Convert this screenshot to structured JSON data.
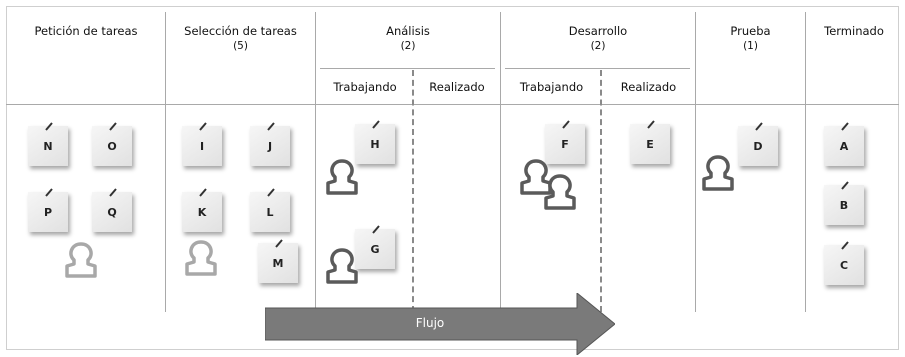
{
  "columns": [
    {
      "title": "Petición de tareas",
      "count": ""
    },
    {
      "title": "Selección de tareas",
      "count": "(5)"
    },
    {
      "title": "Análisis",
      "count": "(2)"
    },
    {
      "title": "Desarrollo",
      "count": "(2)"
    },
    {
      "title": "Prueba",
      "count": "(1)"
    },
    {
      "title": "Terminado",
      "count": ""
    }
  ],
  "subcolumns": {
    "analisis_trabajando": "Trabajando",
    "analisis_realizado": "Realizado",
    "desarrollo_trabajando": "Trabajando",
    "desarrollo_realizado": "Realizado"
  },
  "notes": {
    "N": "N",
    "O": "O",
    "P": "P",
    "Q": "Q",
    "I": "I",
    "J": "J",
    "K": "K",
    "L": "L",
    "M": "M",
    "H": "H",
    "G": "G",
    "F": "F",
    "E": "E",
    "D": "D",
    "A": "A",
    "B": "B",
    "C": "C"
  },
  "flow_label": "Flujo",
  "colors": {
    "arrow": "#7a7a7a",
    "person_active": "#5a5a5a",
    "person_idle": "#a8a8a8"
  }
}
